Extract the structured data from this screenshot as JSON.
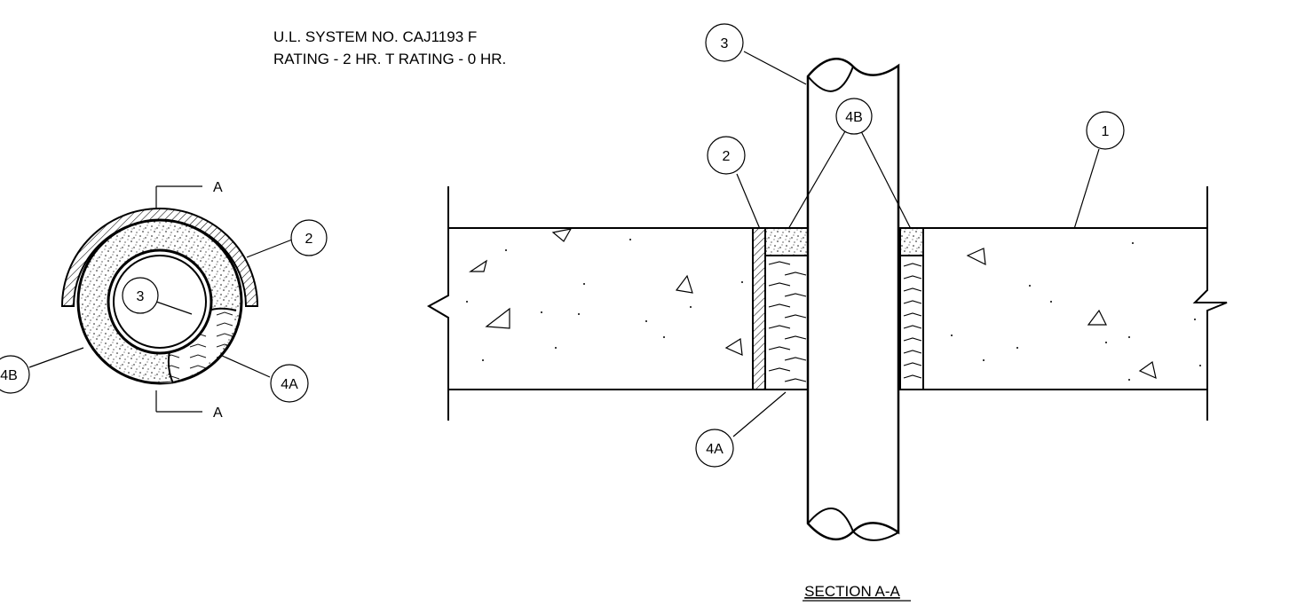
{
  "header": {
    "line1": "U.L. SYSTEM NO. CAJ1193 F",
    "line2": "RATING - 2 HR. T RATING - 0 HR."
  },
  "plan": {
    "section_mark_top": "A",
    "section_mark_bottom": "A",
    "callouts": [
      "2",
      "3",
      "4B",
      "4A"
    ]
  },
  "section": {
    "title": "SECTION A-A",
    "callouts": [
      "3",
      "4B",
      "2",
      "1",
      "4A"
    ]
  }
}
